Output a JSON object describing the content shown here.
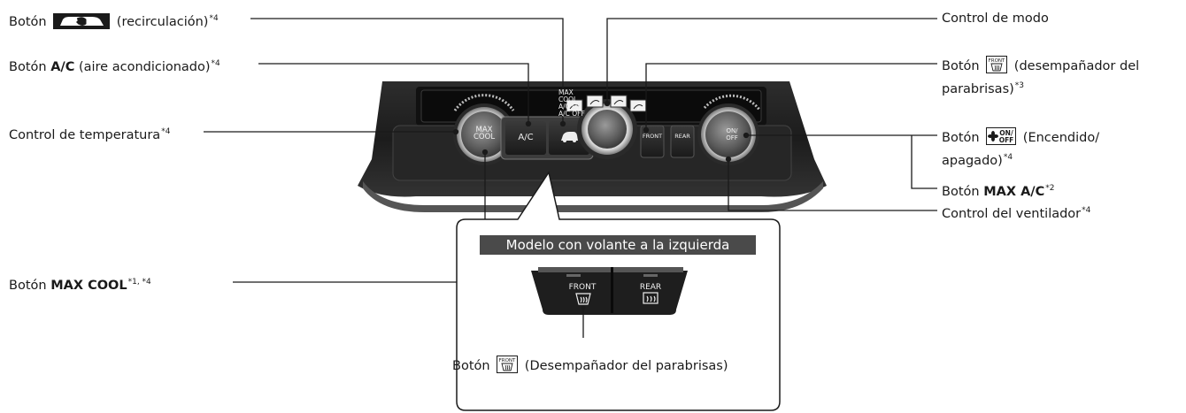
{
  "labels": {
    "recirculation": {
      "prefix": "Botón",
      "suffix": "(recirculación)",
      "note": "*4"
    },
    "ac": {
      "prefix": "Botón ",
      "bold": "A/C",
      "suffix": " (aire acondicionado)",
      "note": "*4"
    },
    "temperature": {
      "text": "Control de temperatura",
      "note": "*4"
    },
    "max_cool": {
      "prefix": "Botón ",
      "bold": "MAX COOL",
      "note": "*1, *4"
    },
    "mode": {
      "text": "Control de modo"
    },
    "front_defrost": {
      "prefix": "Botón",
      "line1_suffix": "(desempañador del",
      "line2": "parabrisas)",
      "note": "*3"
    },
    "on_off": {
      "prefix": "Botón",
      "line1_suffix": "(Encendido/",
      "line2": "apagado)",
      "note": "*4"
    },
    "max_ac": {
      "prefix": "Botón ",
      "bold": "MAX A/C",
      "note": "*2"
    },
    "fan": {
      "text": "Control del ventilador",
      "note": "*4"
    }
  },
  "callout": {
    "title": "Modelo con volante a la izquierda",
    "button_label": {
      "prefix": "Botón",
      "suffix": "(Desempañador del parabrisas)"
    },
    "front_text": "FRONT",
    "rear_text": "REAR"
  },
  "panel": {
    "max_cool_text_1": "MAX",
    "max_cool_text_2": "COOL",
    "ac_text": "A/C",
    "indicator_1": "MAX COOL",
    "indicator_2": "A/C ON",
    "indicator_3": "A/C OFF",
    "front_text": "FRONT",
    "rear_text": "REAR",
    "on_text": "ON/",
    "off_text": "OFF"
  },
  "icons": {
    "recirculation": "recirculation-icon",
    "front_defrost": "front-defrost-icon",
    "fan_on_off": "fan-on-off-icon"
  }
}
